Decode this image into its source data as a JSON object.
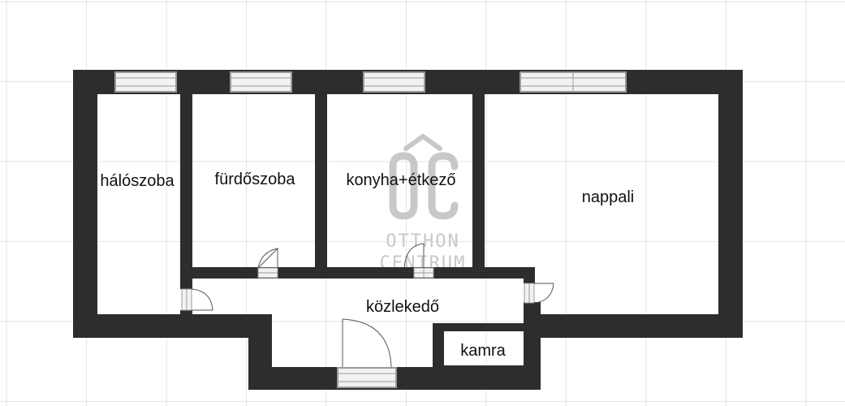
{
  "rooms": {
    "halo": "hálószoba",
    "furdo": "fürdőszoba",
    "konyha": "konyha+étkező",
    "nappali": "nappali",
    "kozlekedo": "közlekedő",
    "kamra": "kamra"
  },
  "watermark": {
    "line1": "OTTHON",
    "line2": "CENTRUM"
  },
  "colors": {
    "wall": "#2d2d2d",
    "grid": "#e6e6e6",
    "window_frame": "#9a9a9a",
    "window_fill": "#f2f2f2",
    "watermark": "#c8c8c8",
    "text": "#111111"
  }
}
